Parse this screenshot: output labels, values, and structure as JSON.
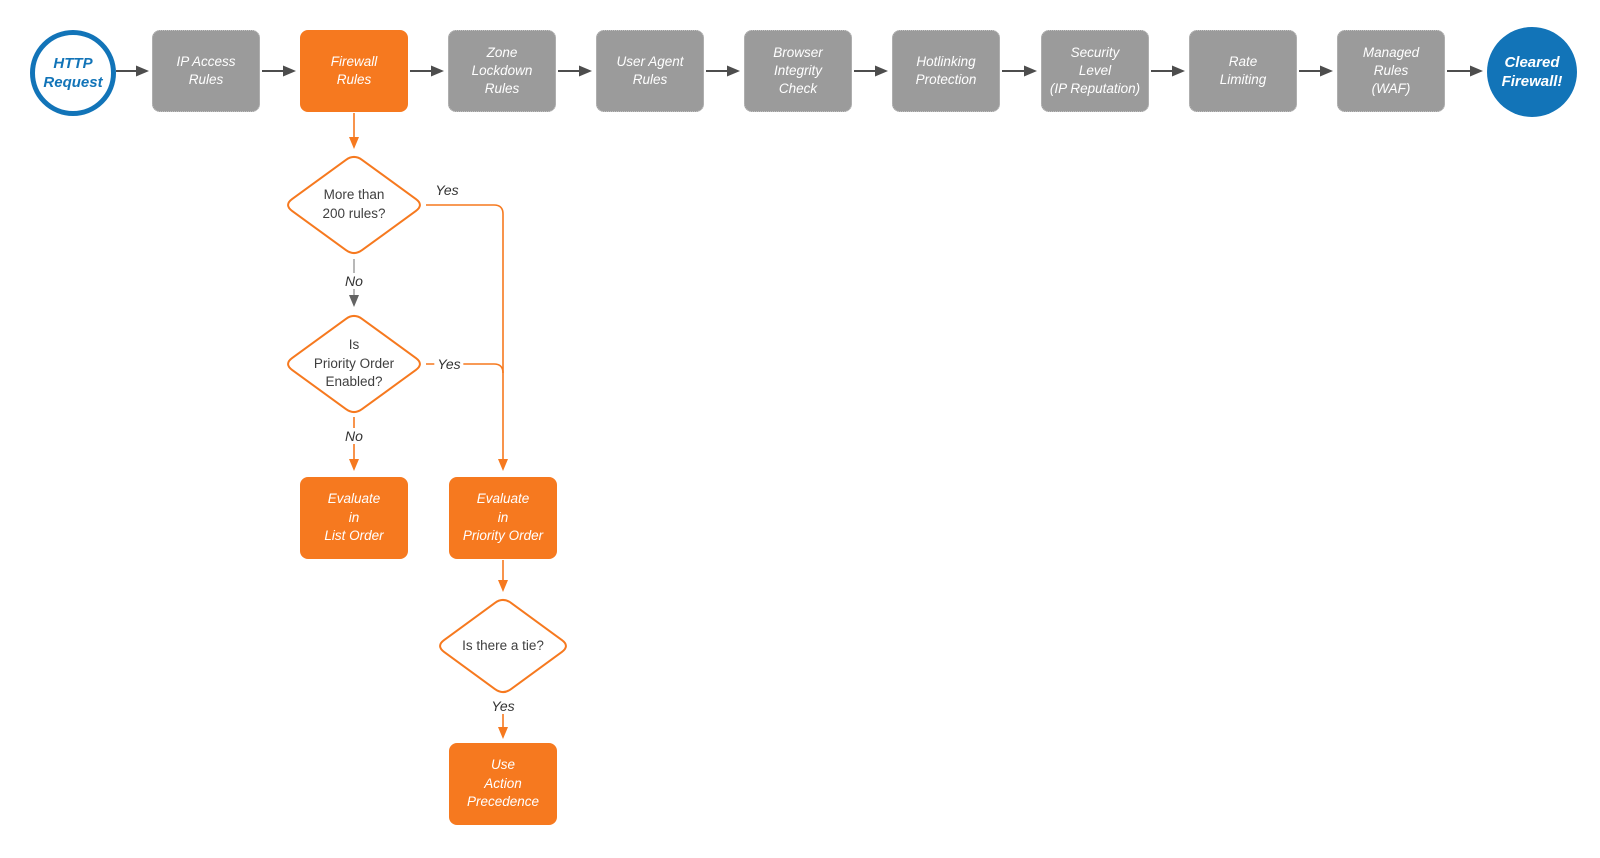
{
  "colors": {
    "accent_orange": "#F6791F",
    "stage_gray": "#9B9B9B",
    "node_blue": "#1274B8",
    "connector_dark": "#4D4D4D",
    "connector_light_gray": "#A6A6A6",
    "node_text_white": "#FFFFFF",
    "decision_text": "#3F3F3F"
  },
  "flow": {
    "start": {
      "label": "HTTP\nRequest"
    },
    "stages": [
      {
        "label": "IP Access\nRules",
        "highlighted": false
      },
      {
        "label": "Firewall\nRules",
        "highlighted": true
      },
      {
        "label": "Zone\nLockdown\nRules",
        "highlighted": false
      },
      {
        "label": "User Agent\nRules",
        "highlighted": false
      },
      {
        "label": "Browser\nIntegrity\nCheck",
        "highlighted": false
      },
      {
        "label": "Hotlinking\nProtection",
        "highlighted": false
      },
      {
        "label": "Security\nLevel\n(IP Reputation)",
        "highlighted": false
      },
      {
        "label": "Rate\nLimiting",
        "highlighted": false
      },
      {
        "label": "Managed\nRules\n(WAF)",
        "highlighted": false
      }
    ],
    "end": {
      "label": "Cleared\nFirewall!"
    },
    "decisions": [
      {
        "label": "More than\n200 rules?"
      },
      {
        "label": "Is\nPriority Order\nEnabled?"
      },
      {
        "label": "Is there a tie?"
      }
    ],
    "actions": [
      {
        "label": "Evaluate\nin\nList Order"
      },
      {
        "label": "Evaluate\nin\nPriority Order"
      },
      {
        "label": "Use\nAction\nPrecedence"
      }
    ],
    "edge_labels": {
      "decision1_yes": "Yes",
      "decision1_no": "No",
      "decision2_yes": "Yes",
      "decision2_no": "No",
      "decision3_yes": "Yes"
    }
  }
}
